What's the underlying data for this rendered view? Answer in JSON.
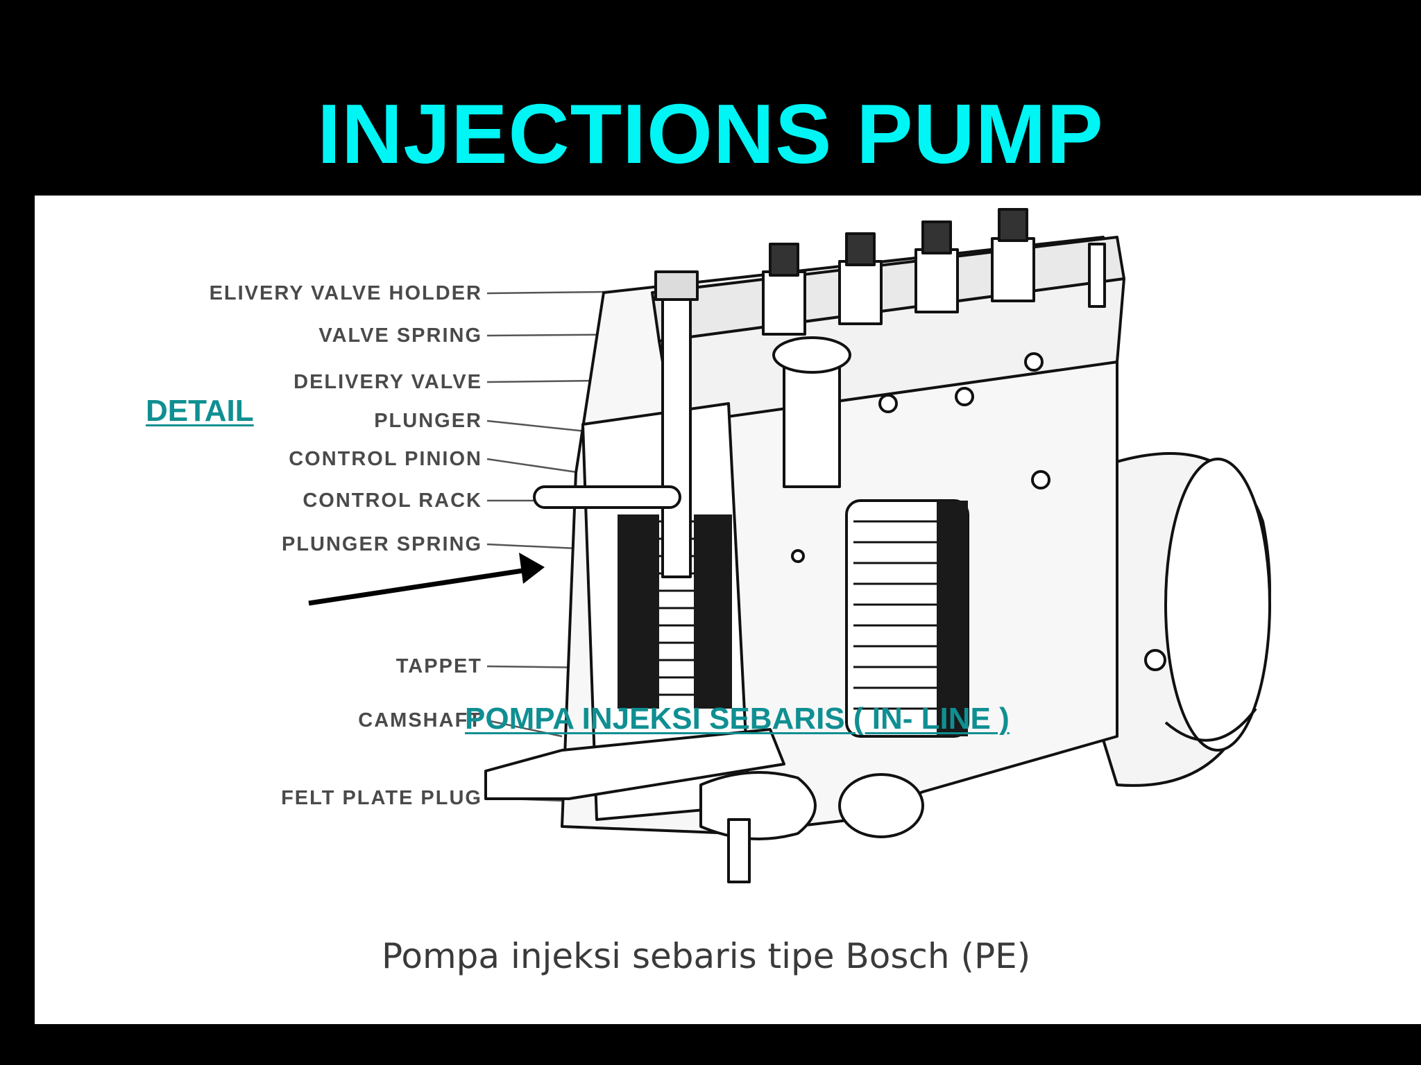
{
  "slide": {
    "title": "INJECTIONS PUMP",
    "title_color": "#00f5f5",
    "background_color": "#000000"
  },
  "diagram": {
    "callouts": [
      "ELIVERY VALVE HOLDER",
      "VALVE SPRING",
      "DELIVERY VALVE",
      "PLUNGER",
      "CONTROL PINION",
      "CONTROL RACK",
      "PLUNGER SPRING",
      "TAPPET",
      "CAMSHAFT",
      "FELT PLATE PLUG"
    ],
    "caption": "Pompa injeksi sebaris tipe Bosch (PE)"
  },
  "links": {
    "detail": "DETAIL",
    "pump_type": "POMPA INJEKSI SEBARIS ( IN- LINE )",
    "link_color": "#0f8f92"
  }
}
